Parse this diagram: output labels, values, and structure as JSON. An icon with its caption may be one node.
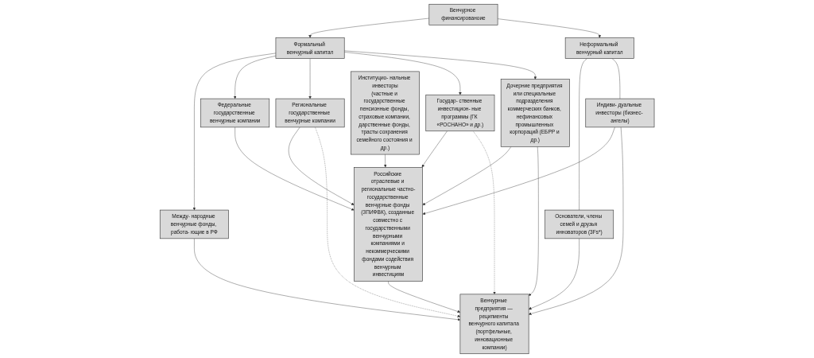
{
  "diagram": {
    "nodes": [
      {
        "text": [
          "Венчурное финансированоие"
        ]
      },
      {
        "text": [
          "Формальный венчурный капитал"
        ]
      },
      {
        "text": [
          "Неформальный венчурный капитал"
        ]
      },
      {
        "text": [
          "Между- народные венчурные фонды, работа- ющие в РФ"
        ]
      },
      {
        "text": [
          "Федеральные государственные венчурные компании"
        ]
      },
      {
        "text": [
          "Региональные государственные венчурные компании"
        ]
      },
      {
        "text": [
          "Государ- ственные инвестицион- ные программы (ГК «РОСНАНО» и др.)"
        ]
      },
      {
        "text": [
          "Институцио- нальные инвесторы",
          "(частные и государственные пенсионные фонды, страховые компании, дарственные фонды, трасты сохранения семейного состояния и др.)"
        ]
      },
      {
        "text": [
          "Дочерние предприятия или специальные подразделения коммерческих банков, нефинансовых промышленных корпораций (ЕБРР и др.)"
        ]
      },
      {
        "text": [
          "Основатели, члены семей и друзья инноваторов (3Fs*)"
        ]
      },
      {
        "text": [
          "Индиви- дуальные инвесторы (бизнес- ангелы)"
        ]
      },
      {
        "text": [
          "Российские отраслевые и региональные частно-государственные венчурные фонды (ЗПИФВК), созданные совместно с государственными венчурными компаниями и некоммерческими фондами содействия венчурным инвестициям"
        ]
      },
      {
        "text": [
          "Венчурные предприятия — реципиенты венчурного капитала (портфельные, инновационные компании)"
        ]
      }
    ],
    "edges": [
      {
        "from": 0,
        "to": 1,
        "arrow": "to"
      },
      {
        "from": 0,
        "to": 2,
        "arrow": "to"
      },
      {
        "from": 1,
        "to": 3,
        "arrow": "to"
      },
      {
        "from": 1,
        "to": 4,
        "arrow": "to"
      },
      {
        "from": 1,
        "to": 5,
        "arrow": "to"
      },
      {
        "from": 1,
        "to": 6,
        "arrow": "to"
      },
      {
        "from": 1,
        "to": 8,
        "arrow": "to"
      },
      {
        "from": 2,
        "to": 9,
        "arrow": "none"
      },
      {
        "from": 2,
        "to": 10,
        "arrow": "none"
      },
      {
        "from": 4,
        "to": 11,
        "arrow": "to"
      },
      {
        "from": 5,
        "to": 11,
        "arrow": "to"
      },
      {
        "from": 6,
        "to": 11,
        "arrow": "to"
      },
      {
        "from": 7,
        "to": 11,
        "arrow": "to"
      },
      {
        "from": 8,
        "to": 11,
        "arrow": "to"
      },
      {
        "from": 10,
        "to": 11,
        "arrow": "to"
      },
      {
        "from": 3,
        "to": 12,
        "arrow": "to"
      },
      {
        "from": 11,
        "to": 12,
        "arrow": "to"
      },
      {
        "from": 5,
        "to": 12,
        "arrow": "to",
        "style": "dashed"
      },
      {
        "from": 6,
        "to": 12,
        "arrow": "to",
        "style": "dashed"
      },
      {
        "from": 8,
        "to": 12,
        "arrow": "to"
      },
      {
        "from": 10,
        "to": 12,
        "arrow": "to"
      },
      {
        "from": 9,
        "to": 12,
        "arrow": "to"
      }
    ]
  }
}
